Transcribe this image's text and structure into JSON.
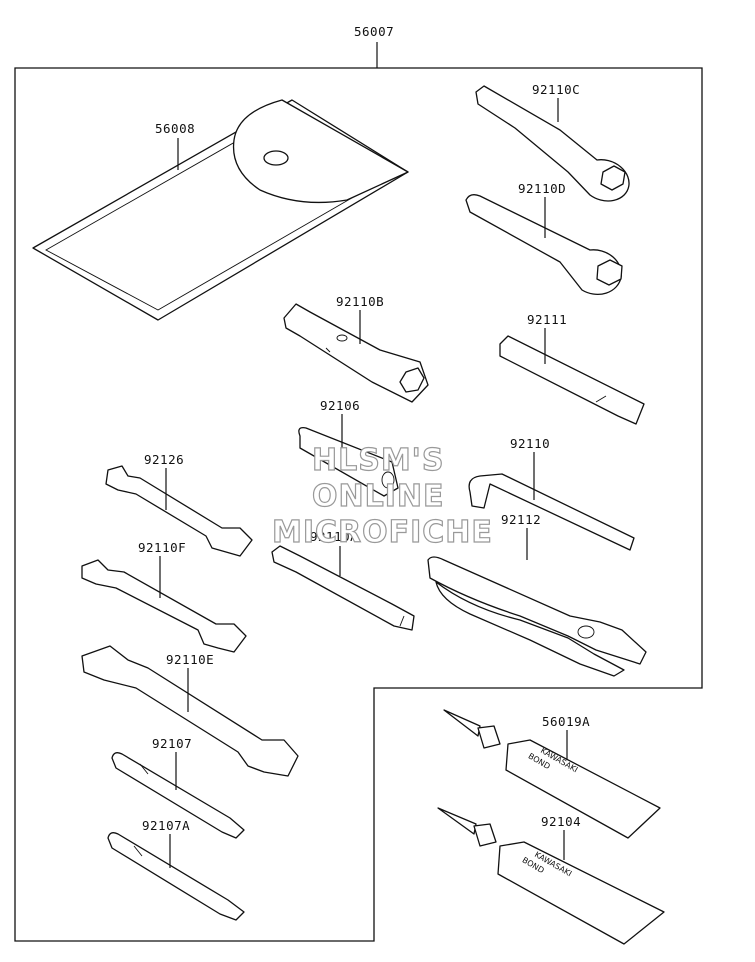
{
  "diagram": {
    "assembly_label": "56007",
    "parts": {
      "p56008": "56008",
      "p92110C": "92110C",
      "p92110D": "92110D",
      "p92110B": "92110B",
      "p92111": "92111",
      "p92106": "92106",
      "p92110": "92110",
      "p92126": "92126",
      "p92110A": "92110A",
      "p92112": "92112",
      "p92110F": "92110F",
      "p92110E": "92110E",
      "p92107": "92107",
      "p92107A": "92107A",
      "p56019A": "56019A",
      "p92104": "92104"
    },
    "tube_text": {
      "line1": "KAWASAKI",
      "line2": "BOND"
    },
    "watermark": {
      "line1": "HLSM'S",
      "line2": "ONLINE",
      "line3": "MICROFICHE"
    }
  }
}
